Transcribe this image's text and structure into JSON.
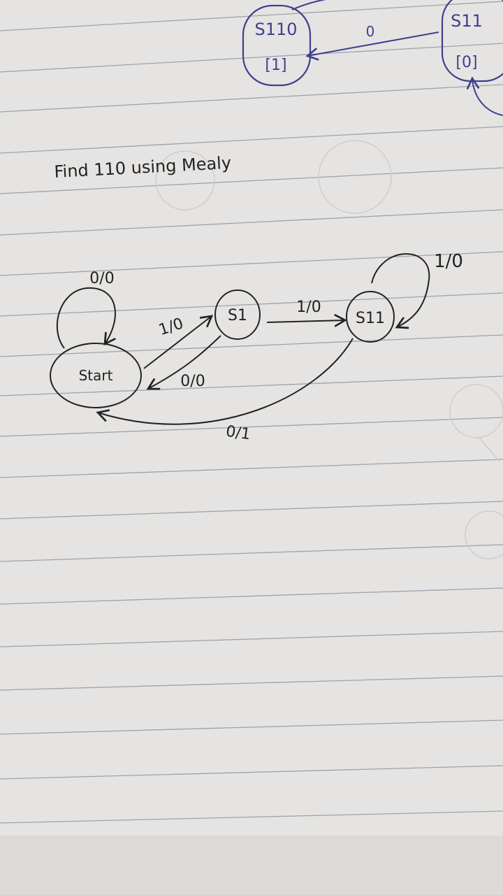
{
  "page_title": "Find 110 using Mealy",
  "colors": {
    "paper": "#e6e4e2",
    "rule": "#9aa3ad",
    "pencil_ink": "#222222",
    "blue_ink": "#3f3f8f"
  },
  "top_fragment": {
    "state_s110": {
      "name": "S110",
      "output": "[1]"
    },
    "state_s11": {
      "name": "S11",
      "output": "[0]"
    },
    "edge_s11_to_s110": "0"
  },
  "states": {
    "start": "Start",
    "s1": "S1",
    "s11": "S11"
  },
  "transitions": {
    "start_self": "0/0",
    "start_to_s1": "1/0",
    "s1_to_start": "0/0",
    "s1_to_s11": "1/0",
    "s11_self": "1/0",
    "s11_to_start": "0/1"
  }
}
